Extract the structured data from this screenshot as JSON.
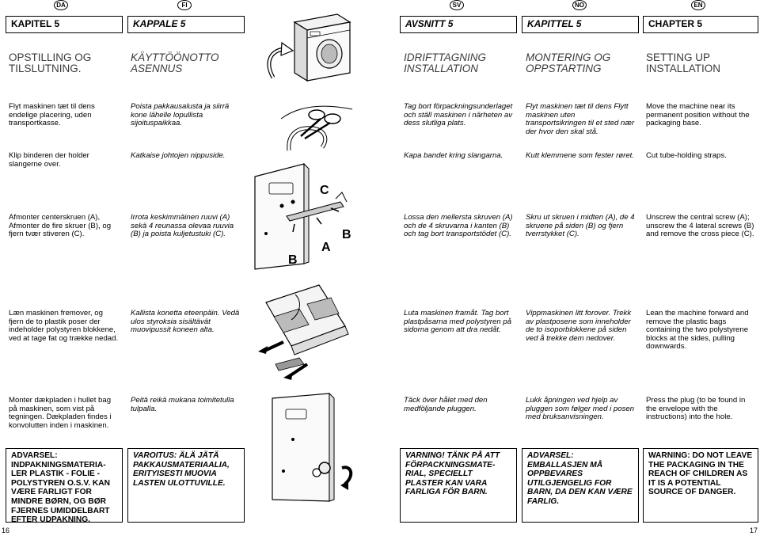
{
  "badges": [
    "DA",
    "FI",
    "SV",
    "NO",
    "EN"
  ],
  "chapters": [
    "KAPITEL 5",
    "KAPPALE 5",
    "AVSNITT 5",
    "KAPITTEL 5",
    "CHAPTER 5"
  ],
  "titles": [
    "OPSTILLING OG TILSLUTNING.",
    "KÄYTTÖÖNOTTO ASENNUS",
    "IDRIFTTAGNING INSTALLATION",
    "MONTERING OG OPPSTARTING",
    "SETTING UP INSTALLATION"
  ],
  "step1": [
    "Flyt maskinen tæt til dens endelige placering, uden transportkasse.",
    "Poista pakkausalusta ja siirrä kone lähelle lopullista sijoituspaikkaa.",
    "Tag bort förpackningsunderlaget och ställ maskinen i närheten av dess slutliga plats.",
    "Flyt maskinen tæt til dens Flytt maskinen uten transportsikringen til et sted nær der hvor den skal stå.",
    "Move the machine near its permanent position without the packaging base."
  ],
  "step2": [
    "Klip binderen der holder slangerne over.",
    "Katkaise johtojen nippuside.",
    "Kapa bandet kring slangarna.",
    "Kutt klemmene som fester røret.",
    "Cut tube-holding straps."
  ],
  "step3": [
    "Afmonter centerskruen (A), Afmonter de fire skruer (B), og fjern tvær stiveren (C).",
    "Irrota keskimmäinen ruuvi (A) sekä 4 reunassa olevaa ruuvia (B) ja poista kuljetustuki (C).",
    "Lossa den mellersta skruven (A) och de 4 skruvarna i kanten (B) och tag bort transportstödet (C).",
    "Skru ut skruen i midten (A), de 4 skruene på siden (B) og fjern tverrstykket (C).",
    "Unscrew the central screw (A); unscrew the 4 lateral screws (B) and remove the cross piece (C)."
  ],
  "step4": [
    "Læn maskinen fremover, og fjern de to plastik poser der indeholder polystyren blokkene, ved at tage fat og trække nedad.",
    "Kallista konetta eteenpäin. Vedä ulos styroksia sisältävät muovipussit koneen alta.",
    "Luta maskinen framåt. Tag bort plastpåsarna med polystyren på sidorna genom att dra nedåt.",
    "Vippmaskinen litt forover. Trekk av plastposene som inneholder de to isoporblokkene på siden ved å trekke dem nedover.",
    "Lean the machine forward and remove the plastic bags containing the two polystyrene blocks at the sides, pulling downwards."
  ],
  "step5": [
    "Monter dækpladen i hullet bag på maskinen, som vist på tegningen. Dækpladen findes i konvolutten inden i maskinen.",
    "Peitä reikä mukana toimitetulla tulpalla.",
    "Täck över hålet med den medföljande pluggen.",
    "Lukk åpningen ved hjelp av pluggen som følger med i posen med bruksanvisningen.",
    "Press the plug (to be found in the envelope with the instructions) into the hole."
  ],
  "warnings": [
    "ADVARSEL: INDPAKNINGSMATERIA-LER PLASTIK - FOLIE - POLYSTYREN O.S.V. KAN VÆRE FARLIGT FOR MINDRE BØRN, OG BØR FJERNES UMIDDELBART EFTER UDPAKNING.",
    "VAROITUS: ÄLÄ JÄTÄ PAKKAUSMATERIAALIA, ERITYISESTI MUOVIA LASTEN ULOTTUVILLE.",
    "VARNING! TÄNK PÅ ATT FÖRPACKNINGSMATE-RIAL, SPECIELLT PLASTER KAN VARA FARLIGA FÖR BARN.",
    "ADVARSEL: EMBALLASJEN MÅ OPPBEVARES UTILGJENGELIG FOR BARN, DA DEN KAN VÆRE FARLIG.",
    "WARNING: DO NOT LEAVE THE PACKAGING IN THE REACH OF CHILDREN AS IT IS A POTENTIAL SOURCE OF DANGER."
  ],
  "diagram_labels": {
    "a": "A",
    "b_left": "B",
    "b_right": "B",
    "c": "C"
  },
  "page_left": "16",
  "page_right": "17"
}
